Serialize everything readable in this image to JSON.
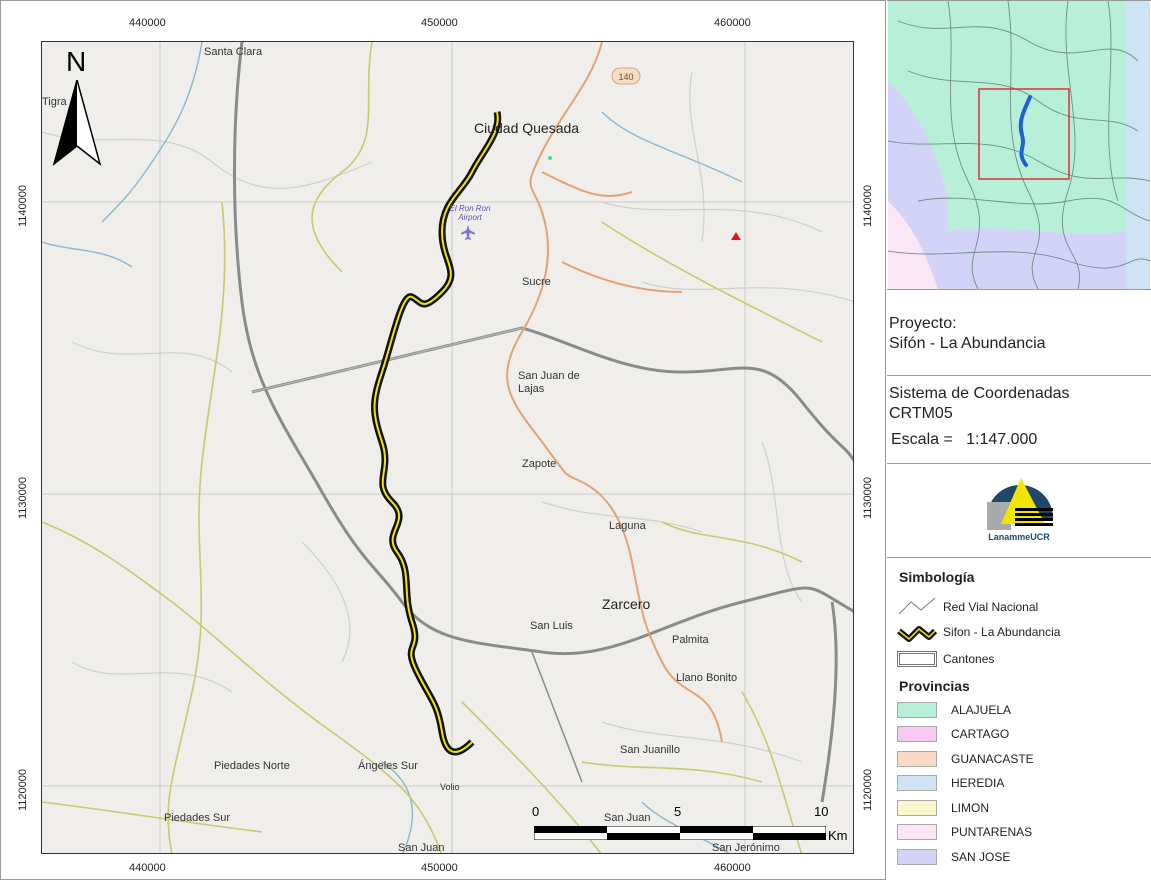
{
  "map": {
    "x_ticks": [
      "440000",
      "450000",
      "460000"
    ],
    "y_ticks": [
      "1140000",
      "1130000",
      "1120000"
    ],
    "north_label": "N",
    "airport_label": "El Ron Ron Airport",
    "route_number": "140",
    "places": [
      {
        "name": "Santa Clara"
      },
      {
        "name": "Tigra"
      },
      {
        "name": "Ciudad Quesada"
      },
      {
        "name": "Sucre"
      },
      {
        "name": "San Juan de Lajas"
      },
      {
        "name": "Zapote"
      },
      {
        "name": "Laguna"
      },
      {
        "name": "Zarcero"
      },
      {
        "name": "San Luis"
      },
      {
        "name": "Palmita"
      },
      {
        "name": "Llano Bonito"
      },
      {
        "name": "San Juanillo"
      },
      {
        "name": "Piedades Norte"
      },
      {
        "name": "Ángeles Sur"
      },
      {
        "name": "Volio"
      },
      {
        "name": "Piedades Sur"
      },
      {
        "name": "San Juan"
      },
      {
        "name": "San Juan"
      },
      {
        "name": "San Jerónimo"
      }
    ],
    "scale_bar": {
      "labels": [
        "0",
        "5",
        "10"
      ],
      "unit": "Km"
    },
    "colors": {
      "route": "#111111",
      "route_core": "#f2e600",
      "cantones": "#8a8a8a",
      "roads": "#e3a274",
      "provincial": "#c8c96c",
      "rivers": "#8bb6d0"
    }
  },
  "sidebar": {
    "project_label": "Proyecto:",
    "project_name": "Sifón - La Abundancia",
    "coord_label": "Sistema de Coordenadas",
    "coord_system": "CRTM05",
    "scale_text": "Escala =   1:147.000",
    "logo_text": "LanammeUCR",
    "legend_title": "Simbología",
    "legend_items": [
      {
        "label": "Red Vial Nacional"
      },
      {
        "label": "Sifon - La Abundancia"
      },
      {
        "label": "Cantones"
      }
    ],
    "provinces_title": "Provincias",
    "provinces": [
      {
        "name": "ALAJUELA",
        "color": "#b7efd9"
      },
      {
        "name": "CARTAGO",
        "color": "#f6c9f3"
      },
      {
        "name": "GUANACASTE",
        "color": "#f9d9c6"
      },
      {
        "name": "HEREDIA",
        "color": "#cfe3f6"
      },
      {
        "name": "LIMON",
        "color": "#f8f7cd"
      },
      {
        "name": "PUNTARENAS",
        "color": "#fbe6f5"
      },
      {
        "name": "SAN JOSE",
        "color": "#d2d3f6"
      }
    ]
  }
}
